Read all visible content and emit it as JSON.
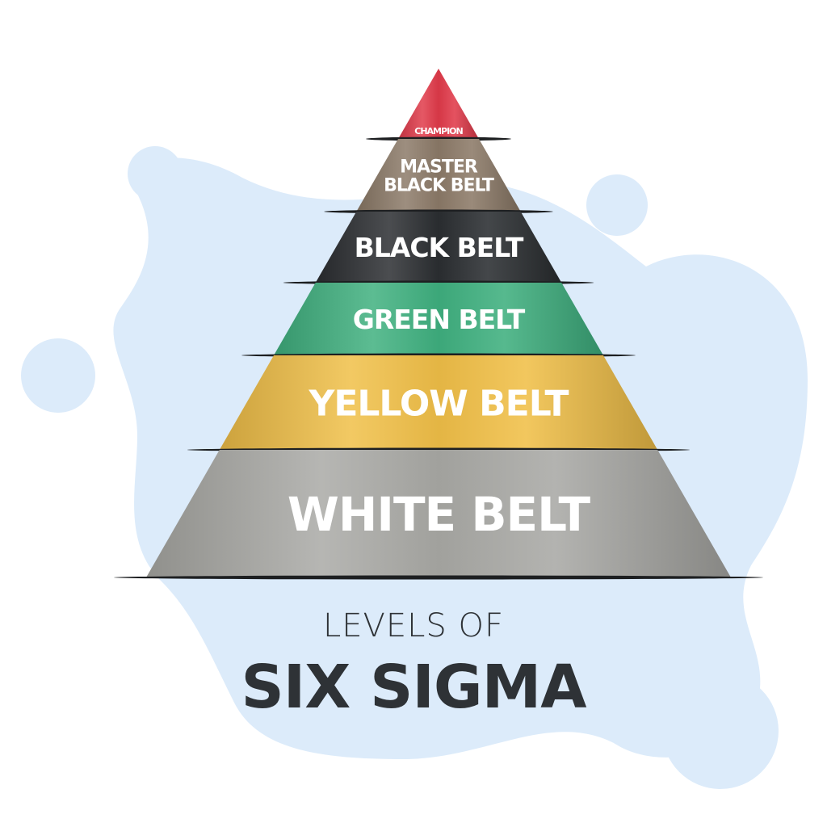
{
  "diagram": {
    "type": "pyramid",
    "levels": [
      {
        "label_lines": [
          "CHAMPION"
        ],
        "color": "#e03a4a"
      },
      {
        "label_lines": [
          "MASTER",
          "BLACK BELT"
        ],
        "color": "#8c7a68"
      },
      {
        "label_lines": [
          "BLACK BELT"
        ],
        "color": "#2b2e31"
      },
      {
        "label_lines": [
          "GREEN BELT"
        ],
        "color": "#3fb07f"
      },
      {
        "label_lines": [
          "YELLOW BELT"
        ],
        "color": "#f0bf48"
      },
      {
        "label_lines": [
          "WHITE BELT"
        ],
        "color": "#a9a9a5"
      }
    ]
  },
  "title": {
    "line1": "LEVELS OF",
    "line2": "SIX SIGMA"
  },
  "colors": {
    "background_blob": "#dcebfa",
    "title_text": "#2e3236"
  }
}
